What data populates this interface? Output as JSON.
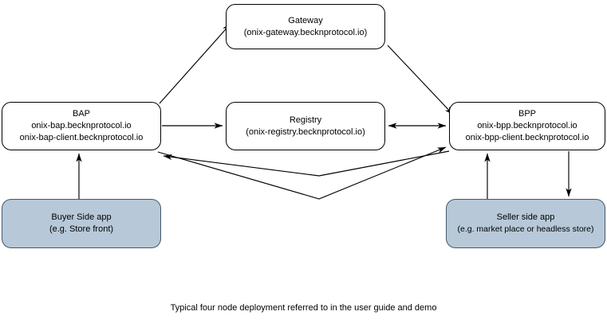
{
  "diagram": {
    "caption": "Typical four node deployment referred to in the user guide and demo",
    "colors": {
      "shaded_fill": "#b7c9d8",
      "shaded_stroke": "#46586b",
      "plain_fill": "#ffffff",
      "stroke": "#000000"
    },
    "nodes": [
      {
        "id": "gateway",
        "title": "Gateway",
        "subtitle": "(onix-gateway.becknprotocol.io)",
        "shaded": false
      },
      {
        "id": "bap",
        "title": "BAP",
        "subtitle": "onix-bap.becknprotocol.io",
        "subtitle2": "onix-bap-client.becknprotocol.io",
        "shaded": false
      },
      {
        "id": "registry",
        "title": "Registry",
        "subtitle": "(onix-registry.becknprotocol.io)",
        "shaded": false
      },
      {
        "id": "bpp",
        "title": "BPP",
        "subtitle": "onix-bpp.becknprotocol.io",
        "subtitle2": "onix-bpp-client.becknprotocol.io",
        "shaded": false
      },
      {
        "id": "buyer",
        "title": "Buyer Side app",
        "subtitle": "(e.g. Store front)",
        "shaded": true
      },
      {
        "id": "seller",
        "title": "Seller side app",
        "subtitle": "(e.g. market place or headless store)",
        "shaded": true
      }
    ],
    "edges": [
      {
        "id": "bap-to-gateway",
        "from": "bap",
        "to": "gateway",
        "arrow": "forward"
      },
      {
        "id": "gateway-to-bpp",
        "from": "gateway",
        "to": "bpp",
        "arrow": "forward"
      },
      {
        "id": "bap-to-registry",
        "from": "bap",
        "to": "registry",
        "arrow": "forward"
      },
      {
        "id": "registry-to-bpp",
        "from": "registry",
        "to": "bpp",
        "arrow": "both"
      },
      {
        "id": "bpp-to-bap",
        "from": "bpp",
        "to": "bap",
        "arrow": "forward"
      },
      {
        "id": "bap-to-bpp",
        "from": "bap",
        "to": "bpp",
        "arrow": "forward"
      },
      {
        "id": "buyer-to-bap",
        "from": "buyer",
        "to": "bap",
        "arrow": "forward"
      },
      {
        "id": "seller-to-bpp",
        "from": "seller",
        "to": "bpp",
        "arrow": "forward"
      },
      {
        "id": "bpp-to-seller",
        "from": "bpp",
        "to": "seller",
        "arrow": "forward"
      }
    ]
  }
}
